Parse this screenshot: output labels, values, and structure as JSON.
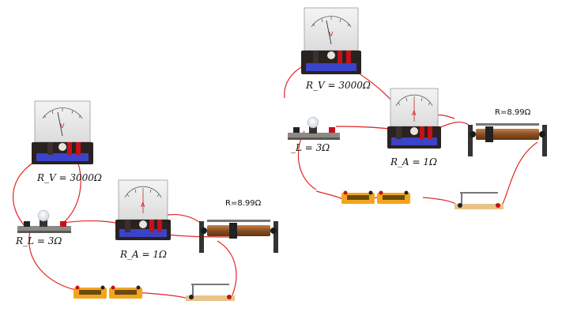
{
  "left_circuit": {
    "voltmeter_label": "R_V = 3000Ω",
    "ammeter_label": "R_A = 1Ω",
    "lamp_label": "R_L = 3Ω",
    "rheostat_label": "R=8.99Ω",
    "voltmeter_symbol": "V",
    "ammeter_symbol": "A"
  },
  "right_circuit": {
    "voltmeter_label": "R_V = 3000Ω",
    "ammeter_label": "R_A = 1Ω",
    "lamp_label": "_L = 3Ω",
    "rheostat_label": "R=8.99Ω",
    "voltmeter_symbol": "V",
    "ammeter_symbol": "A"
  },
  "colors": {
    "wire": "#e02828",
    "meter_base": "#2a2220",
    "meter_plate": "#3b43c9",
    "battery_body": "#f2a51d",
    "rheostat_coil": "#9a5a2a"
  },
  "icons": [
    "voltmeter-icon",
    "ammeter-icon",
    "lamp-icon",
    "rheostat-icon",
    "battery-icon",
    "switch-icon"
  ]
}
